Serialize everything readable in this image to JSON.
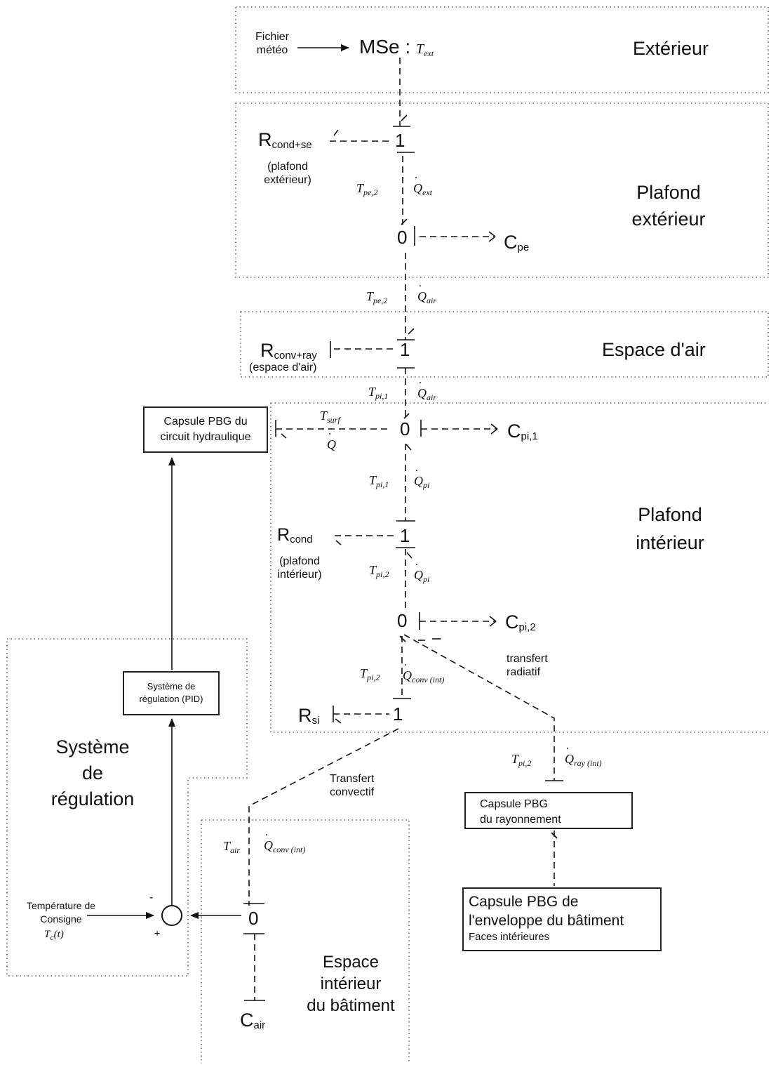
{
  "regions": {
    "exterieur": "Extérieur",
    "plafond_exterieur": [
      "Plafond",
      "extérieur"
    ],
    "espace_air": "Espace d'air",
    "plafond_interieur": [
      "Plafond",
      "intérieur"
    ],
    "systeme_regulation": [
      "Système",
      "de",
      "régulation"
    ],
    "espace_interieur": [
      "Espace",
      "intérieur",
      "du bâtiment"
    ]
  },
  "inputs": {
    "fichier_meteo": [
      "Fichier",
      "météo"
    ],
    "temperature_consigne": [
      "Température de",
      "Consigne"
    ],
    "tc": "T_c(t)"
  },
  "source": {
    "label": "MSe :",
    "var": "T_ext"
  },
  "junctions": {
    "one": "1",
    "zero": "0"
  },
  "elements": {
    "r_cond_se": {
      "main": "R",
      "sub": "cond+se",
      "note": [
        "(plafond",
        "extérieur)"
      ]
    },
    "c_pe": {
      "main": "C",
      "sub": "pe"
    },
    "r_conv_ray": {
      "main": "R",
      "sub": "conv+ray",
      "note": "(espace d'air)"
    },
    "c_pi1": {
      "main": "C",
      "sub": "pi,1"
    },
    "r_cond": {
      "main": "R",
      "sub": "cond",
      "note": [
        "(plafond",
        "intérieur)"
      ]
    },
    "c_pi2": {
      "main": "C",
      "sub": "pi,2"
    },
    "r_si": {
      "main": "R",
      "sub": "si"
    },
    "c_air": {
      "main": "C",
      "sub": "air"
    }
  },
  "bond_labels": {
    "b1": {
      "effort": "T_pe,2",
      "flow": "Q_ext"
    },
    "b2": {
      "effort": "T_pe,2",
      "flow": "Q_air"
    },
    "b3": {
      "effort": "T_pi,1",
      "flow": "Q_air"
    },
    "b_hydro": {
      "effort": "T_surf",
      "flow": "Q"
    },
    "b4": {
      "effort": "T_pi,1",
      "flow": "Q_pi"
    },
    "b5": {
      "effort": "T_pi,2",
      "flow": "Q_pi"
    },
    "b6": {
      "effort": "T_pi,2",
      "flow": "Q_conv (int)"
    },
    "b7": {
      "effort": "T_pi,2",
      "flow": "Q_ray (int)"
    },
    "b8": {
      "effort": "T_air",
      "flow": "Q_conv (int)"
    }
  },
  "annotations": {
    "transfert_radiatif": [
      "transfert",
      "radiatif"
    ],
    "transfert_convectif": [
      "Transfert",
      "convectif"
    ]
  },
  "boxes": {
    "capsule_hydraulique": [
      "Capsule PBG du",
      "circuit hydraulique"
    ],
    "pid": [
      "Système de",
      "régulation (PID)"
    ],
    "capsule_rayonnement": [
      "Capsule PBG",
      "du rayonnement"
    ],
    "capsule_enveloppe": [
      "Capsule PBG de",
      "l'enveloppe du bâtiment",
      "Faces intérieures"
    ]
  },
  "comparator": {
    "minus": "-",
    "plus": "+"
  }
}
